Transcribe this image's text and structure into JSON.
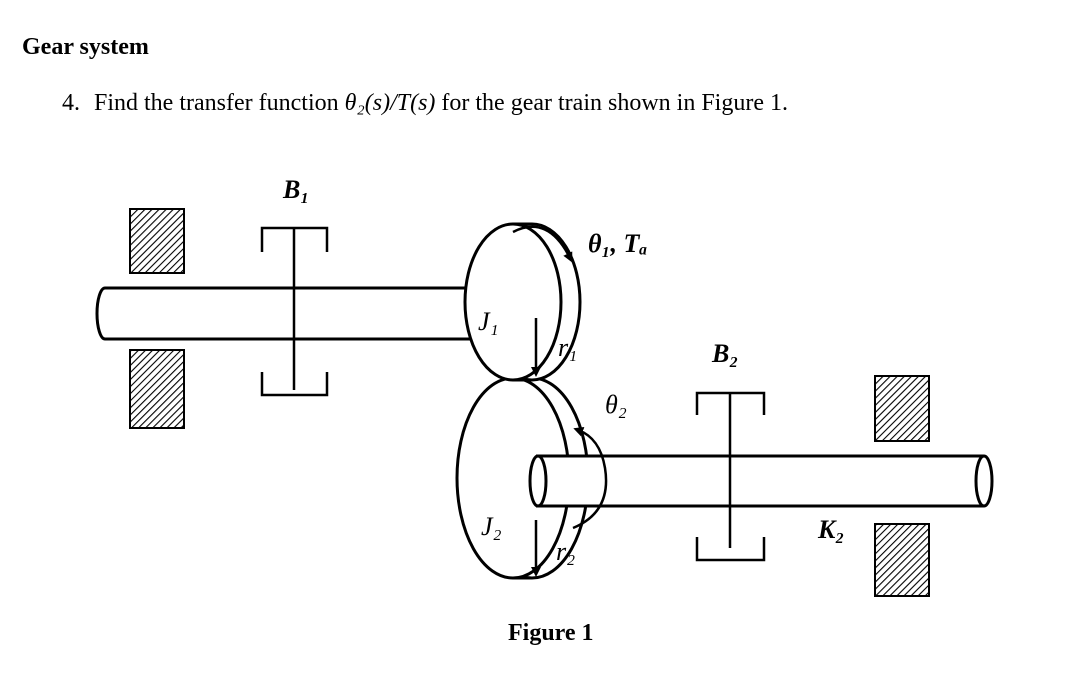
{
  "heading": "Gear system",
  "problem": {
    "number": "4.",
    "text_before": "Find the transfer function ",
    "math": "θ₂(s)/T(s)",
    "text_after": " for the gear train shown in Figure 1."
  },
  "diagram": {
    "labels": {
      "B1": "B₁",
      "theta1_Ta": "θ₁, Tₐ",
      "J1": "J₁",
      "r1": "r₁",
      "B2": "B₂",
      "theta2": "θ₂",
      "J2": "J₂",
      "r2": "r₂",
      "K2": "K₂"
    },
    "caption": "Figure 1"
  }
}
